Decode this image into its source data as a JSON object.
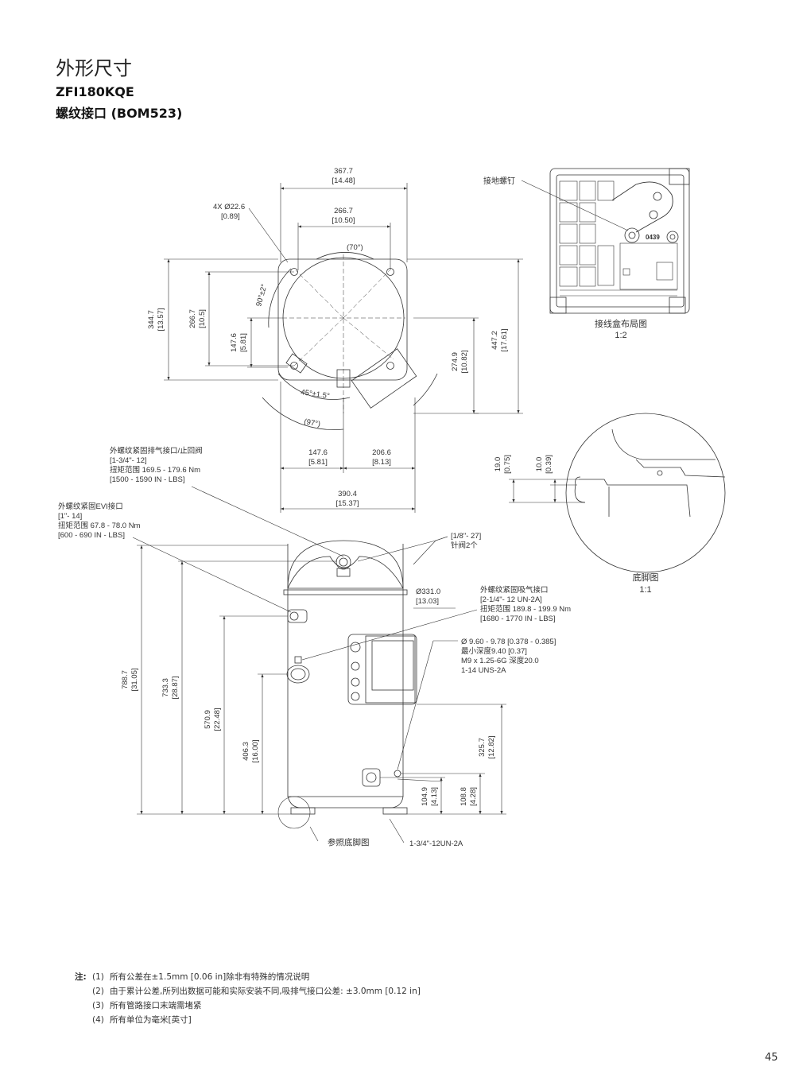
{
  "header": {
    "title": "外形尺寸",
    "model": "ZFI180KQE",
    "connection": "螺纹接口 (BOM523)"
  },
  "top_view": {
    "width_total": "367.7",
    "width_total_in": "[14.48]",
    "bolt_spacing": "266.7",
    "bolt_spacing_in": "[10.50]",
    "holes": "4X Ø22.6",
    "holes_in": "[0.89]",
    "angle_70": "(70°)",
    "angle_90": "90°±2°",
    "angle_45": "45°±1.5°",
    "angle_97": "(97°)",
    "left_h1": "344.7",
    "left_h1_in": "[13.57]",
    "left_h2": "266.7",
    "left_h2_in": "[10.5]",
    "left_h3": "147.6",
    "left_h3_in": "[5.81]",
    "right_h1": "274.9",
    "right_h1_in": "[10.82]",
    "right_h2": "447.2",
    "right_h2_in": "[17.61]",
    "bottom_l": "147.6",
    "bottom_l_in": "[5.81]",
    "bottom_r": "206.6",
    "bottom_r_in": "[8.13]",
    "bottom_total": "390.4",
    "bottom_total_in": "[15.37]"
  },
  "junction_box": {
    "ground_screw": "接地螺钉",
    "code": "0439",
    "caption": "接线盒布局图",
    "scale": "1:2"
  },
  "foot_detail": {
    "dim1": "19.0",
    "dim1_in": "[0.75]",
    "dim2": "10.0",
    "dim2_in": "[0.39]",
    "caption": "底脚图",
    "scale": "1:1"
  },
  "side_view": {
    "discharge": [
      "外螺纹紧固排气接口/止回阀",
      "[1-3/4\"- 12]",
      "扭矩范围  169.5 - 179.6 Nm",
      "[1500 - 1590  IN - LBS]"
    ],
    "evi": [
      "外螺纹紧固EVI接口",
      "[1\"- 14]",
      "扭矩范围  67.8 - 78.0 Nm",
      "[600 - 690  IN - LBS]"
    ],
    "valve": [
      "[1/8\"- 27]",
      "针阀2个"
    ],
    "diameter": "Ø331.0",
    "diameter_in": "[13.03]",
    "suction": [
      "外螺纹紧固吸气接口",
      "[2-1/4\"- 12 UN-2A]",
      "扭矩范围  189.8 - 199.9 Nm",
      "[1680 - 1770  IN - LBS]"
    ],
    "thread": [
      "Ø 9.60 - 9.78 [0.378 - 0.385]",
      "最小深度9.40 [0.37]",
      "M9 x 1.25-6G 深度20.0",
      "1-14 UNS-2A"
    ],
    "h_788": "788.7",
    "h_788_in": "[31.05]",
    "h_733": "733.3",
    "h_733_in": "[28.87]",
    "h_570": "570.9",
    "h_570_in": "[22.48]",
    "h_406": "406.3",
    "h_406_in": "[16.00]",
    "h_325": "325.7",
    "h_325_in": "[12.82]",
    "h_104": "104.9",
    "h_104_in": "[4.13]",
    "h_108": "108.8",
    "h_108_in": "[4.28]",
    "foot_ref": "参照底脚图",
    "drain": "1-3/4\"-12UN-2A"
  },
  "notes": {
    "label": "注:",
    "items": [
      {
        "num": "(1)",
        "text": "所有公差在±1.5mm [0.06 in]除非有特殊的情况说明"
      },
      {
        "num": "(2)",
        "text": "由于累计公差,所列出数据可能和实际安装不同,吸排气接口公差: ±3.0mm [0.12 in]"
      },
      {
        "num": "(3)",
        "text": "所有管路接口末端需堵紧"
      },
      {
        "num": "(4)",
        "text": "所有单位为毫米[英寸]"
      }
    ]
  },
  "page_number": "45"
}
